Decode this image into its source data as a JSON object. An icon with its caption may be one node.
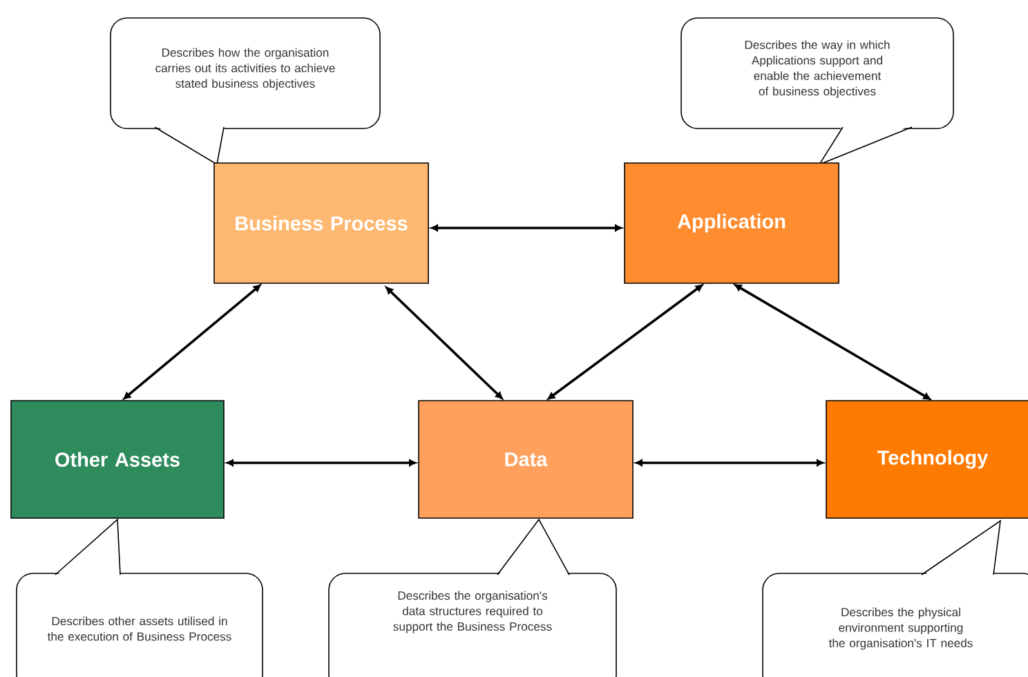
{
  "diagram": {
    "nodes": [
      {
        "text": [
          "Describes how the organisation carries out its activities to achieve stated business objectives"
        ]
      },
      {
        "text": [
          "Describes the way in which Applications support and enable the achievement of business objectives"
        ]
      },
      {
        "text": [
          "Business Process"
        ]
      },
      {
        "text": [
          "Application"
        ]
      },
      {
        "text": [
          "Other Assets"
        ]
      },
      {
        "text": [
          "Data"
        ]
      },
      {
        "text": [
          "Technology"
        ]
      },
      {
        "text": [
          "Describes other assets utilised in the execution of Business Process"
        ]
      },
      {
        "text": [
          "Describes the organisation's data structures required to support the Business Process"
        ]
      },
      {
        "text": [
          "Describes the physical environment supporting the organisation's IT needs"
        ]
      }
    ],
    "edges": [
      {
        "from": 2,
        "to": 3,
        "arrow": "both"
      },
      {
        "from": 2,
        "to": 4,
        "arrow": "both"
      },
      {
        "from": 2,
        "to": 5,
        "arrow": "both"
      },
      {
        "from": 3,
        "to": 5,
        "arrow": "both"
      },
      {
        "from": 3,
        "to": 6,
        "arrow": "both"
      },
      {
        "from": 4,
        "to": 5,
        "arrow": "both"
      },
      {
        "from": 5,
        "to": 6,
        "arrow": "both"
      }
    ]
  }
}
